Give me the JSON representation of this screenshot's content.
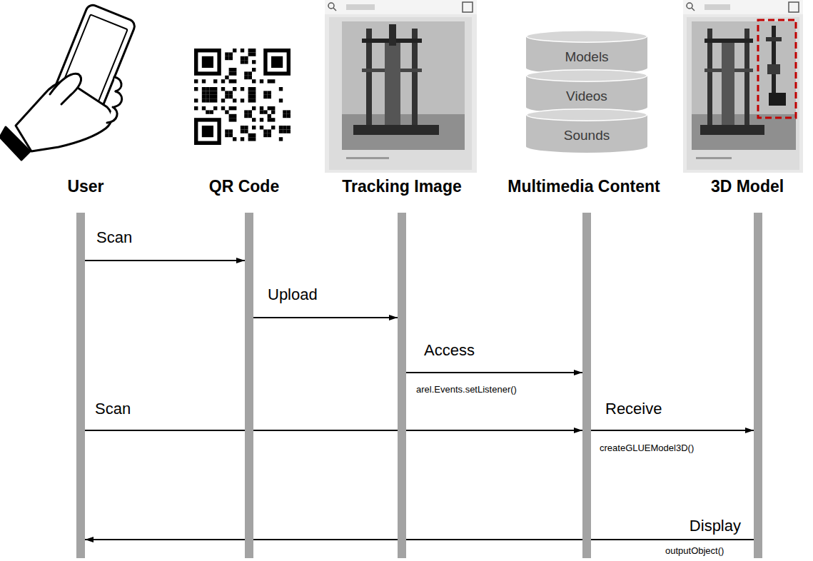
{
  "diagram": {
    "nodes": [
      {
        "text": [
          "Models"
        ]
      },
      {
        "text": [
          "Videos"
        ]
      },
      {
        "text": [
          "Sounds"
        ]
      },
      {
        "text": [
          "User"
        ]
      },
      {
        "text": [
          "QR Code"
        ]
      },
      {
        "text": [
          "Tracking Image"
        ]
      },
      {
        "text": [
          "Multimedia Content"
        ]
      },
      {
        "text": [
          "3D Model"
        ]
      }
    ],
    "edges": [
      {
        "from": 3,
        "to": 4,
        "label": "Scan",
        "arrow": "to"
      },
      {
        "from": 4,
        "to": 5,
        "label": "Upload",
        "arrow": "to"
      },
      {
        "from": 5,
        "to": 6,
        "label": "Access",
        "arrow": "to"
      },
      {
        "from": 3,
        "to": 6,
        "label": "Scan",
        "arrow": "to"
      },
      {
        "from": 6,
        "to": 7,
        "label": "Receive",
        "arrow": "to"
      },
      {
        "from": 7,
        "to": 3,
        "label": "Display",
        "arrow": "to"
      }
    ],
    "labels": [
      "arel.Events.setListener()",
      "createGLUEModel3D()",
      "outputObject()"
    ]
  }
}
